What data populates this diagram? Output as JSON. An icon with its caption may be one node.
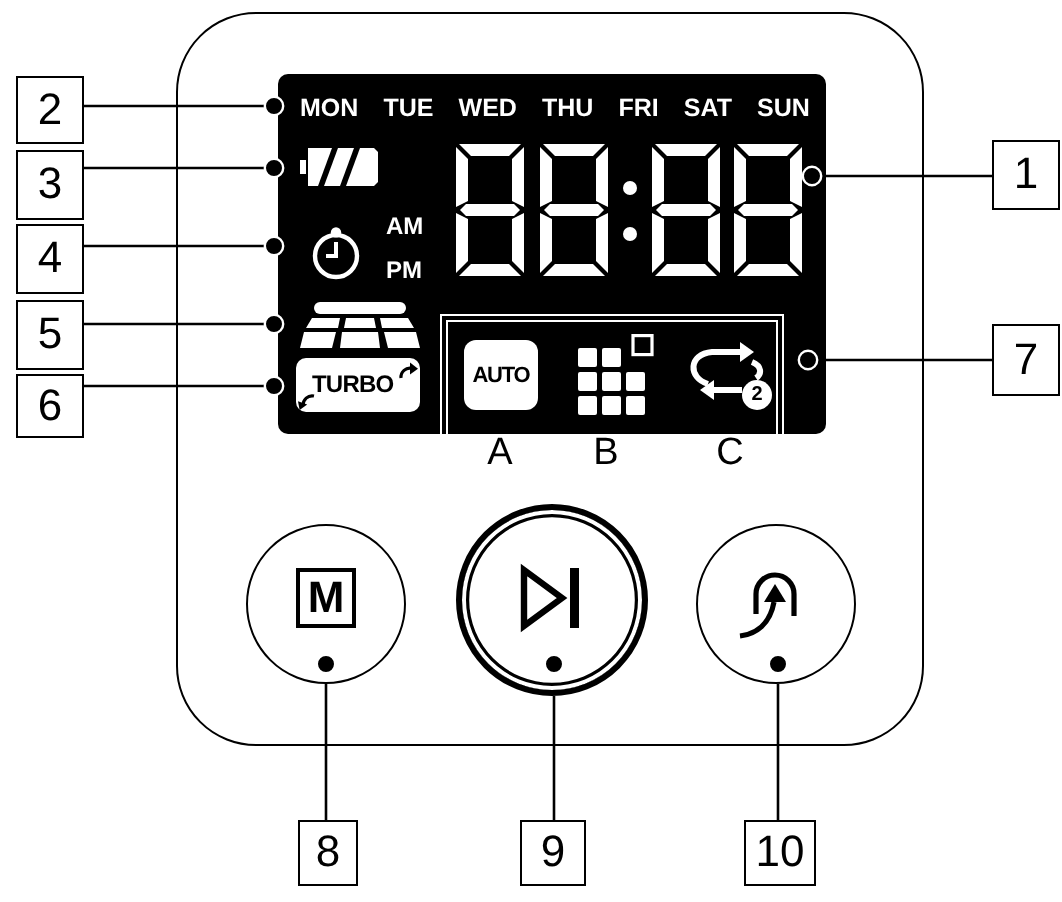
{
  "diagram": {
    "nodes": [
      {
        "text": [
          "MON",
          "TUE",
          "WED",
          "THU",
          "FRI",
          "SAT",
          "SUN"
        ]
      },
      {
        "text": [],
        "shape": "picture"
      },
      {
        "text": [],
        "shape": "picture"
      },
      {
        "text": [
          "AM",
          "PM"
        ]
      },
      {
        "text": [],
        "shape": "picture"
      },
      {
        "text": [
          "TURBO"
        ]
      },
      {
        "text": [],
        "shape": "box"
      },
      {
        "text": [
          "AUTO"
        ],
        "beside": [
          "A"
        ],
        "in": 6
      },
      {
        "text": [],
        "shape": "picture",
        "beside": [
          "B"
        ],
        "in": 6
      },
      {
        "text": [
          "2"
        ],
        "beside": [
          "C"
        ],
        "in": 6
      },
      {
        "text": [
          "M"
        ]
      },
      {
        "text": [],
        "shape": "circle"
      },
      {
        "text": [],
        "shape": "circle"
      },
      {
        "text": [
          "1"
        ]
      },
      {
        "text": [
          "2"
        ]
      },
      {
        "text": [
          "3"
        ]
      },
      {
        "text": [
          "4"
        ]
      },
      {
        "text": [
          "5"
        ]
      },
      {
        "text": [
          "6"
        ]
      },
      {
        "text": [
          "7"
        ]
      },
      {
        "text": [
          "8"
        ]
      },
      {
        "text": [
          "9"
        ]
      },
      {
        "text": [
          "10"
        ]
      }
    ],
    "edges": [
      {
        "from": 13,
        "to": 2,
        "arrow": "other"
      },
      {
        "from": 14,
        "to": 0,
        "arrow": "other"
      },
      {
        "from": 15,
        "to": 1,
        "arrow": "other"
      },
      {
        "from": 16,
        "to": 3,
        "arrow": "other"
      },
      {
        "from": 17,
        "to": 4,
        "arrow": "other"
      },
      {
        "from": 18,
        "to": 5,
        "arrow": "other"
      },
      {
        "from": 19,
        "to": 6,
        "arrow": "other"
      },
      {
        "from": 20,
        "to": 10,
        "arrow": "other"
      },
      {
        "from": 21,
        "to": 11,
        "arrow": "other"
      },
      {
        "from": 22,
        "to": 12,
        "arrow": "other"
      }
    ]
  }
}
